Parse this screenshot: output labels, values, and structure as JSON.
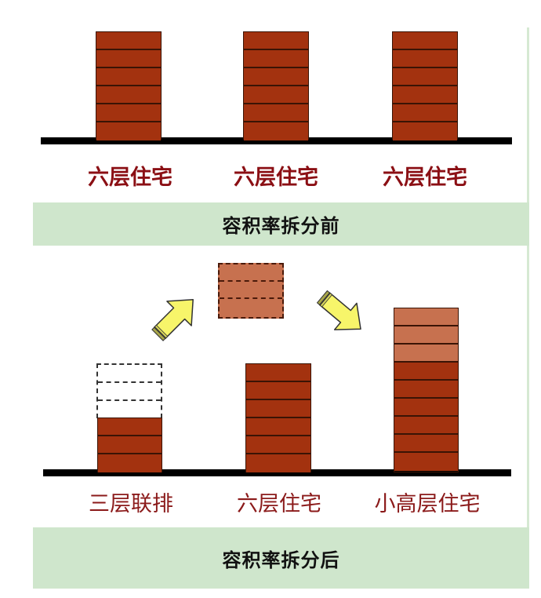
{
  "before": {
    "buildings": [
      {
        "label": "六层住宅",
        "floors": 6
      },
      {
        "label": "六层住宅",
        "floors": 6
      },
      {
        "label": "六层住宅",
        "floors": 6
      }
    ],
    "caption": "容积率拆分前"
  },
  "after": {
    "buildings": [
      {
        "label": "三层联排",
        "floors": 3,
        "removed_floors": 3
      },
      {
        "label": "六层住宅",
        "floors": 6
      },
      {
        "label": "小高层住宅",
        "floors": 6,
        "added_floors": 3
      }
    ],
    "moved_block_floors": 3,
    "caption": "容积率拆分后"
  },
  "icons": {
    "arrow_up": "arrow-up-right-icon",
    "arrow_down": "arrow-down-right-icon"
  },
  "colors": {
    "floor": "#a3320f",
    "moved_floor": "#c7714f",
    "band": "#cfe6cc",
    "label": "#8b1a1a",
    "arrow": "#f7f56a"
  }
}
